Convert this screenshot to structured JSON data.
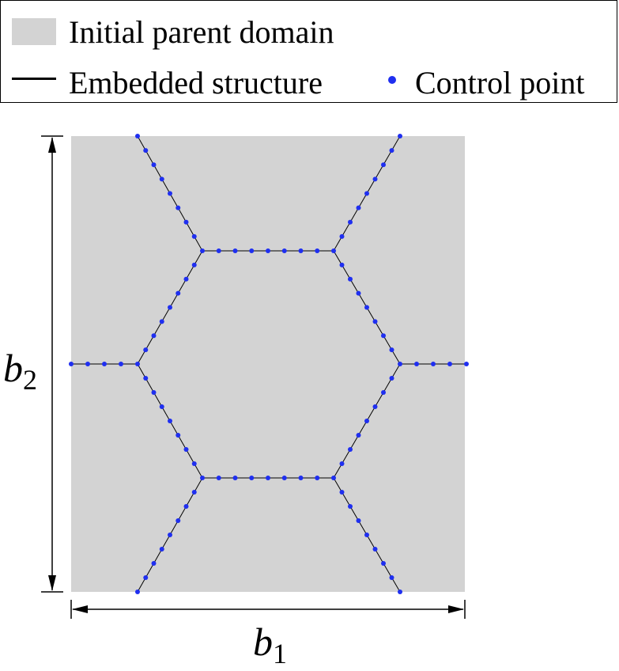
{
  "legend": {
    "parent_domain_label": "Initial parent domain",
    "structure_label": "Embedded structure",
    "control_point_label": "Control point"
  },
  "dimensions": {
    "width_label": "b",
    "width_subscript": "1",
    "height_label": "b",
    "height_subscript": "2"
  },
  "colors": {
    "domain_fill": "#d3d3d3",
    "structure_line": "#000000",
    "control_point": "#1f2ff0"
  }
}
